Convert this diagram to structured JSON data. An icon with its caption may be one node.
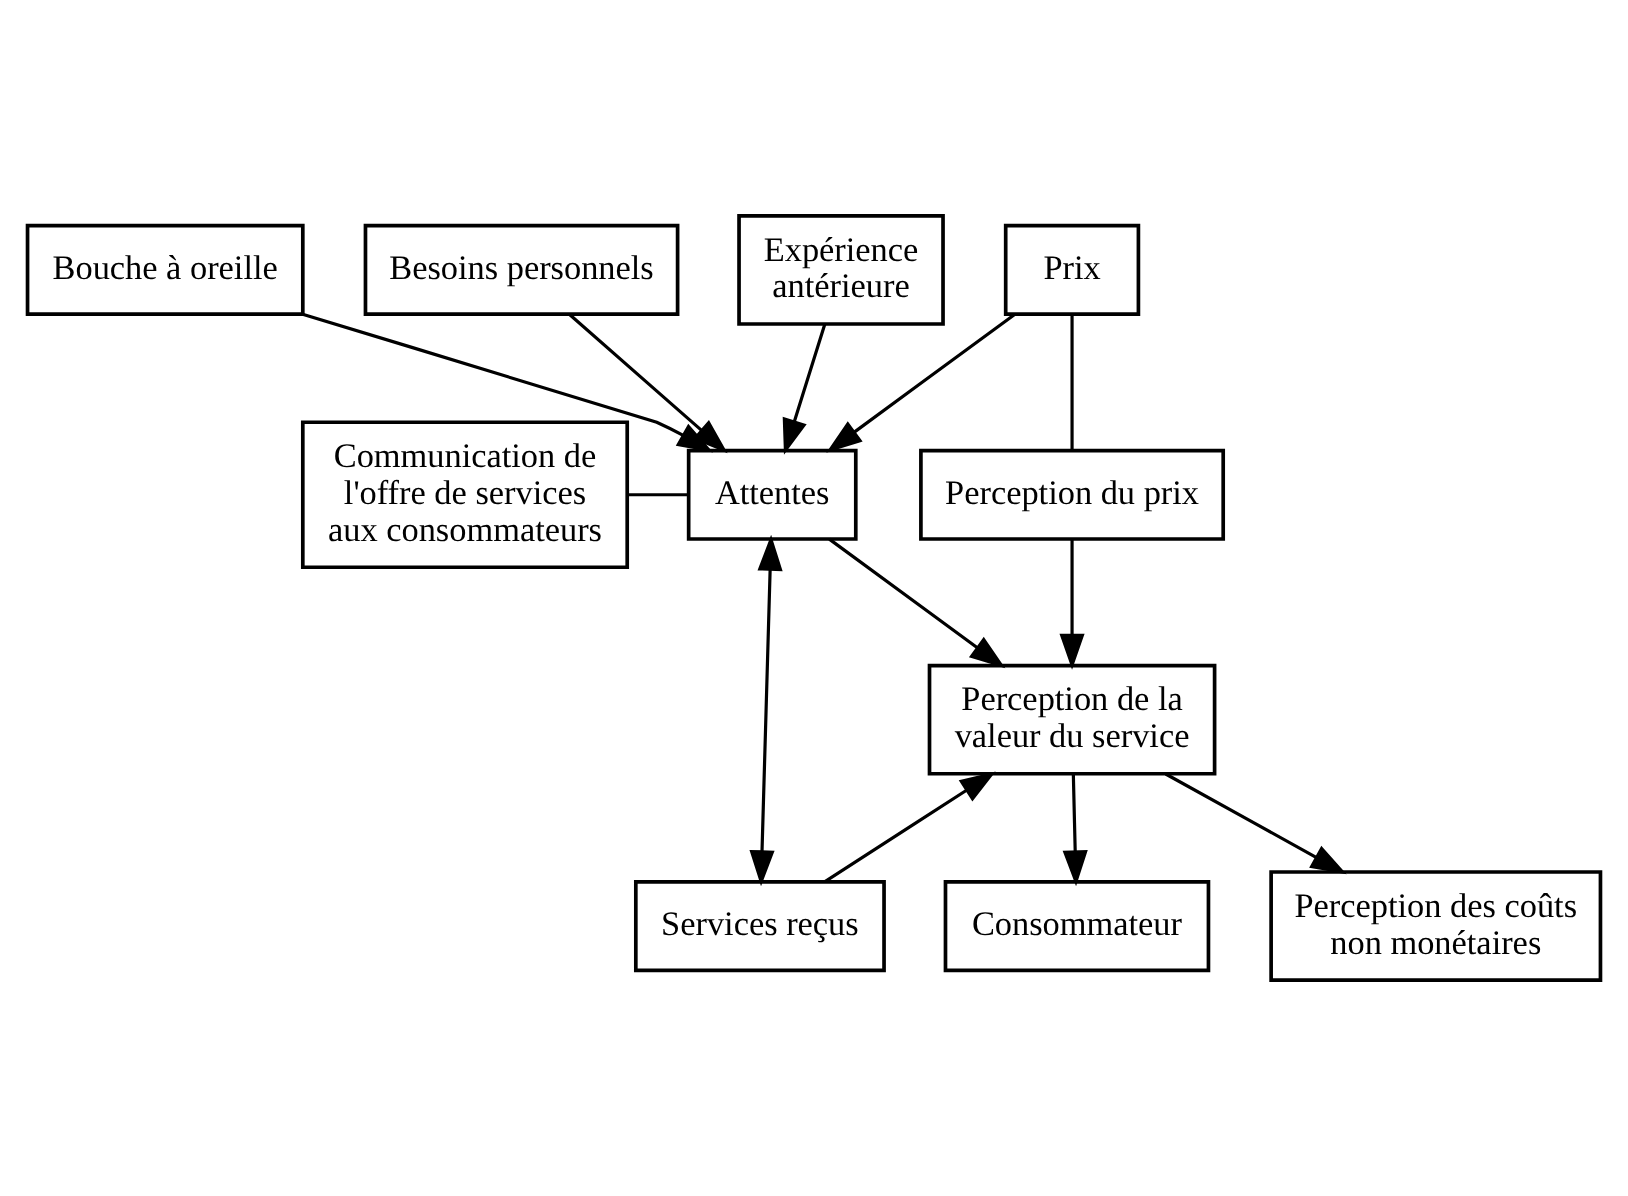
{
  "diagram": {
    "nodes": [
      {
        "text": [
          "Bouche à oreille"
        ]
      },
      {
        "text": [
          "Besoins personnels"
        ]
      },
      {
        "text": [
          "Expérience antérieure"
        ]
      },
      {
        "text": [
          "Prix"
        ]
      },
      {
        "text": [
          "Perception du prix"
        ]
      },
      {
        "text": [
          "Communication de l'offre de services aux consommateurs"
        ]
      },
      {
        "text": [
          "Attentes"
        ]
      },
      {
        "text": [
          "Perception de la valeur du service"
        ]
      },
      {
        "text": [
          "Services reçus"
        ]
      },
      {
        "text": [
          "Perception des coûts non monétaires"
        ]
      },
      {
        "text": [
          "Consommateur"
        ]
      }
    ],
    "edges": [
      {
        "from": 0,
        "to": 6,
        "arrow": "to"
      },
      {
        "from": 1,
        "to": 6,
        "arrow": "to"
      },
      {
        "from": 2,
        "to": 6,
        "arrow": "to"
      },
      {
        "from": 3,
        "to": 6,
        "arrow": "to"
      },
      {
        "from": 3,
        "to": 4,
        "arrow": "none"
      },
      {
        "from": 4,
        "to": 7,
        "arrow": "to"
      },
      {
        "from": 5,
        "to": 6,
        "arrow": "none"
      },
      {
        "from": 6,
        "to": 8,
        "arrow": "both"
      },
      {
        "from": 6,
        "to": 7,
        "arrow": "to"
      },
      {
        "from": 8,
        "to": 7,
        "arrow": "to"
      },
      {
        "from": 7,
        "to": 9,
        "arrow": "to"
      },
      {
        "from": 7,
        "to": 10,
        "arrow": "to"
      }
    ]
  }
}
